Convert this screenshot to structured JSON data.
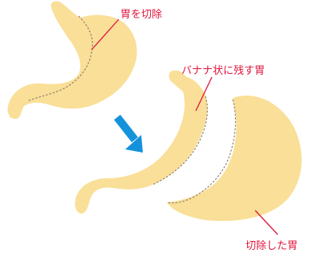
{
  "labels": {
    "cut_stomach": "胃を切除",
    "banana_remaining": "バナナ状に残す胃",
    "removed_stomach": "切除した胃"
  },
  "colors": {
    "organ": "#f9df97",
    "label_red": "#e0173e",
    "arrow_blue": "#1592dc",
    "cut_line": "#8a7c6a"
  },
  "icons": {
    "transition_arrow": "diagonal-arrow-down-right-icon"
  }
}
